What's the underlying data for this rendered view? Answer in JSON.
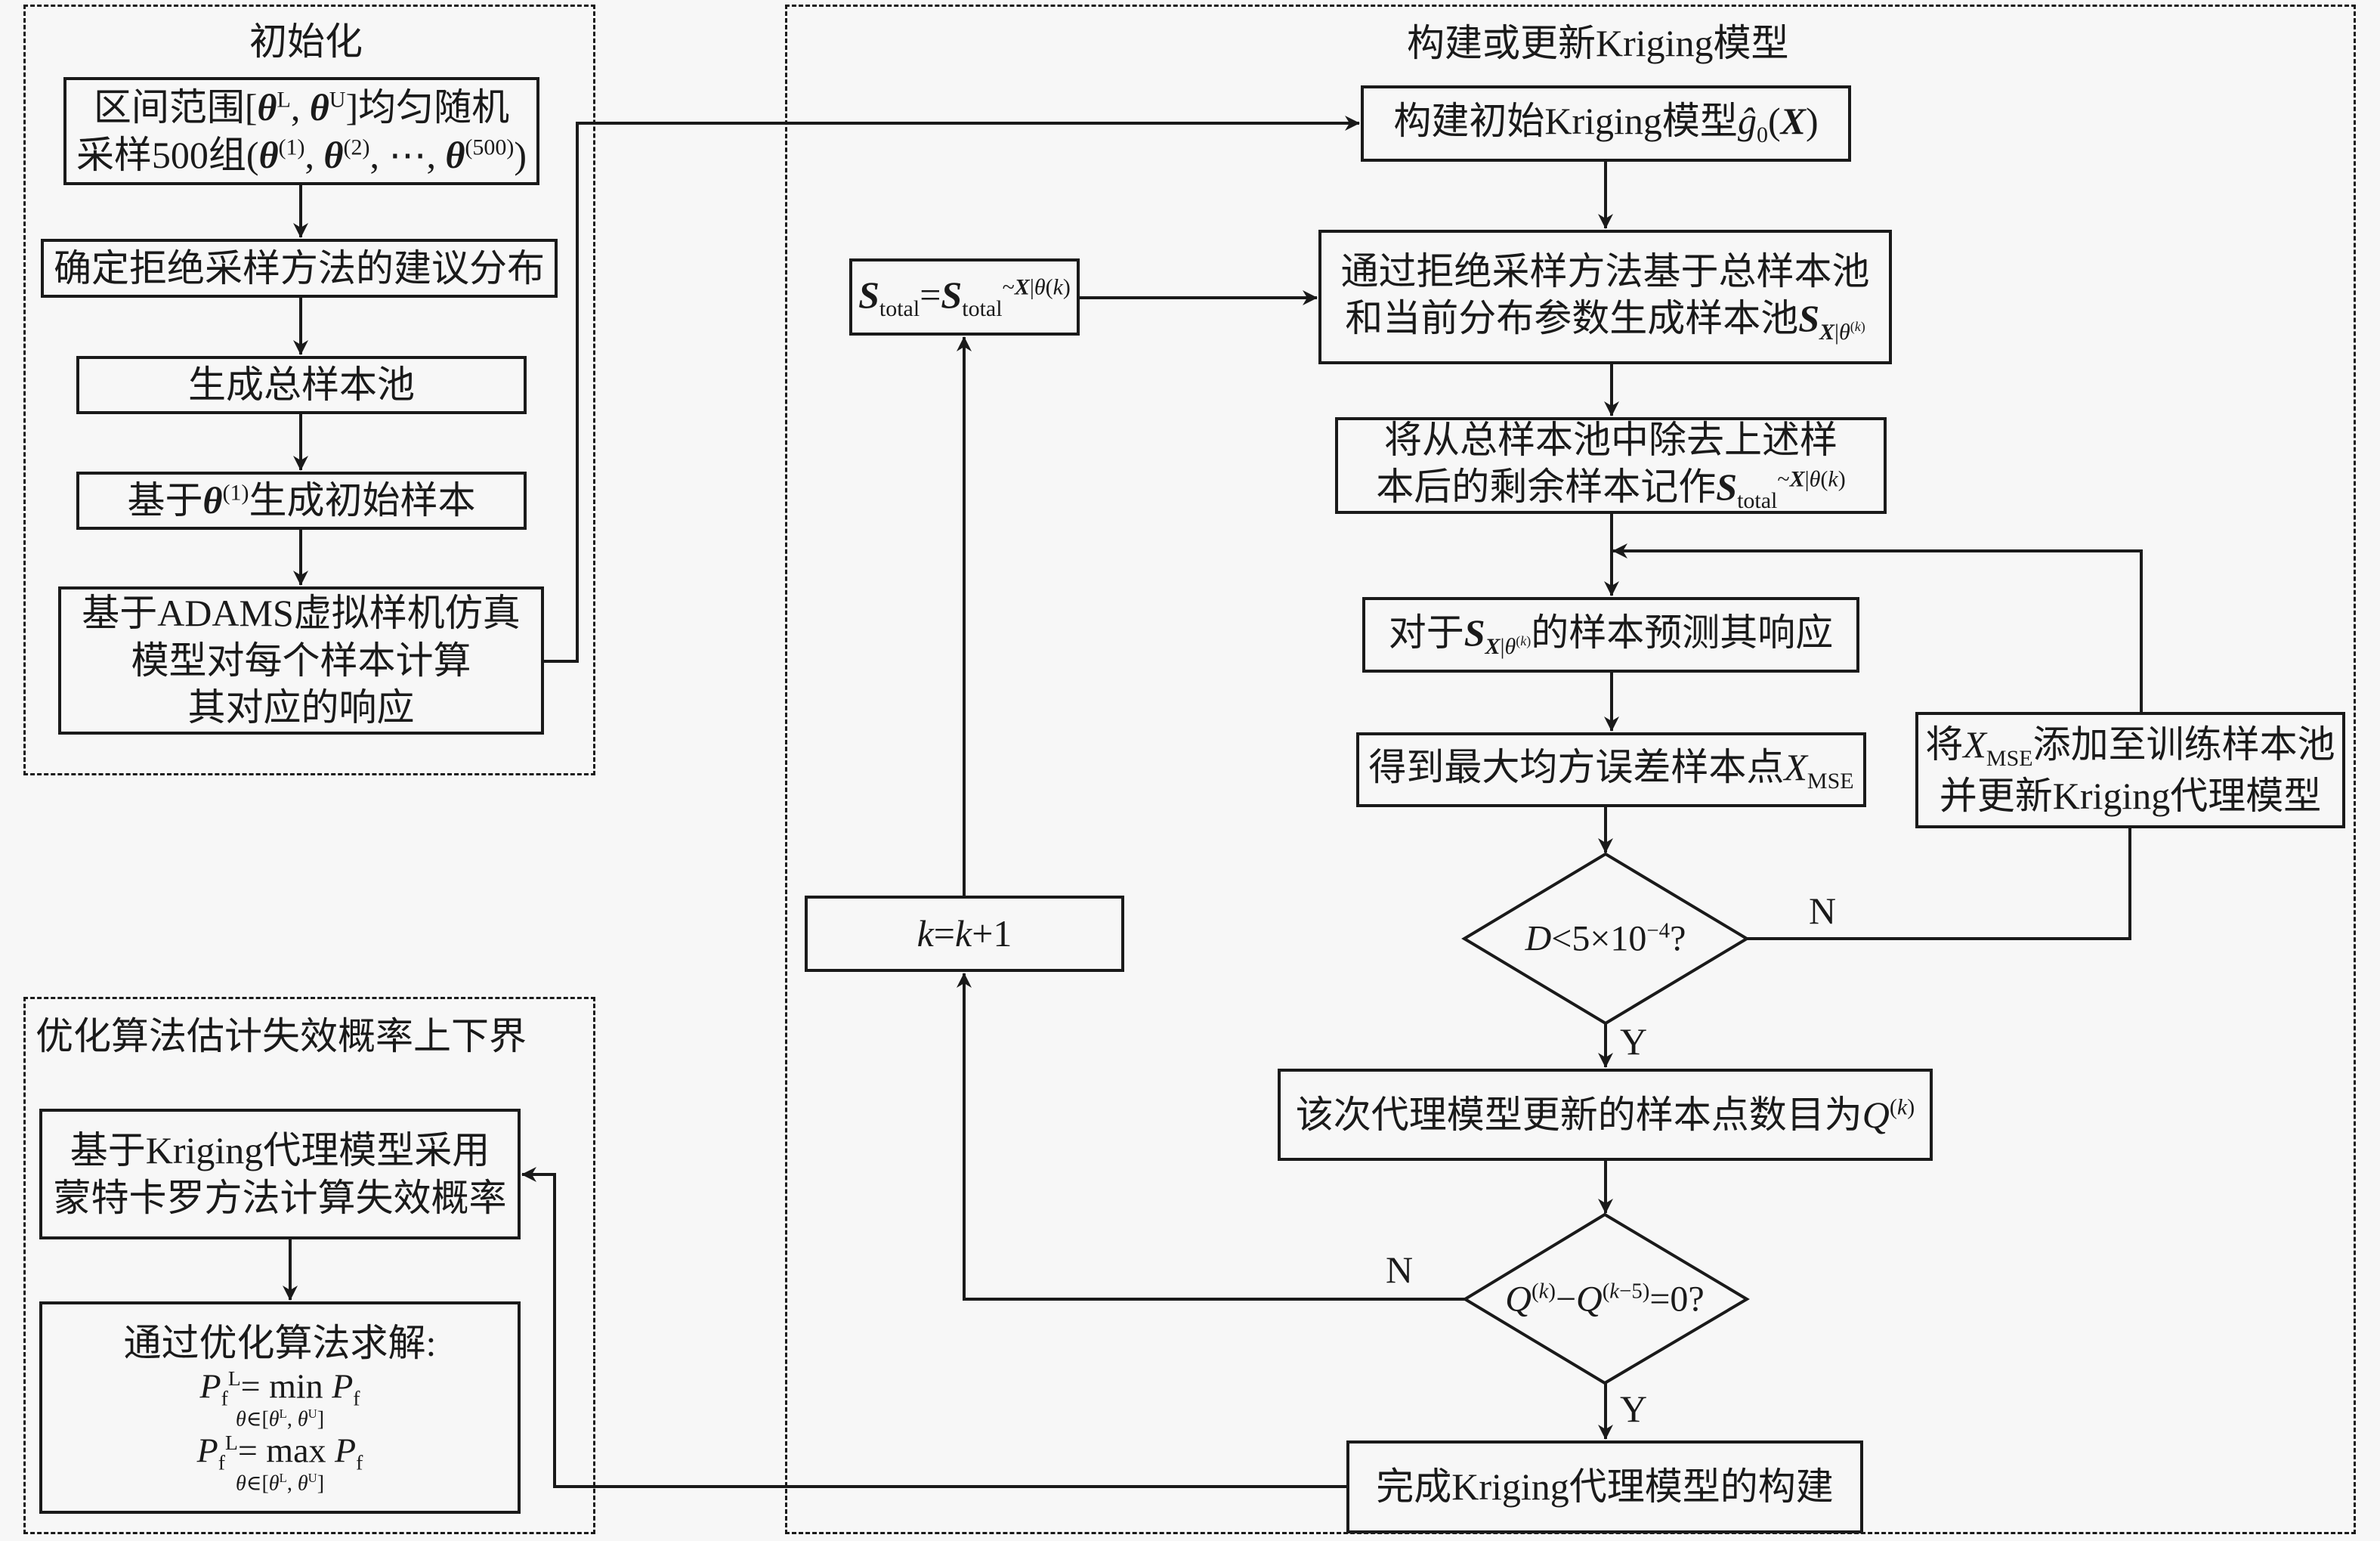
{
  "regions": {
    "init": {
      "title": "初始化"
    },
    "kriging": {
      "title": "构建或更新Kriging模型"
    },
    "optimize": {
      "title": "优化算法估计失效概率上下界"
    }
  },
  "init_steps": [
    {
      "id": "sample-interval",
      "lines": [
        "区间范围[θ^L, θ^U]均匀随机",
        "采样500组(θ^(1), θ^(2), ⋯, θ^(500))"
      ]
    },
    {
      "id": "proposal-distribution",
      "lines": [
        "确定拒绝采样方法的建议分布"
      ]
    },
    {
      "id": "total-pool",
      "lines": [
        "生成总样本池"
      ]
    },
    {
      "id": "initial-samples",
      "lines": [
        "基于θ^(1)生成初始样本"
      ]
    },
    {
      "id": "adams-response",
      "lines": [
        "基于ADAMS虚拟样机仿真",
        "模型对每个样本计算",
        "其对应的响应"
      ]
    }
  ],
  "kriging_steps": {
    "build_initial": "构建初始Kriging模型ĝ0(X)",
    "rejection_sampling": [
      "通过拒绝采样方法基于总样本池",
      "和当前分布参数生成样本池S_X|θ(k)"
    ],
    "remaining_pool": [
      "将从总样本池中除去上述样",
      "本后的剩余样本记作S_total^~X|θ(k)"
    ],
    "predict_response": "对于S_X|θ(k)的样本预测其响应",
    "max_mse": "得到最大均方误差样本点X_MSE",
    "add_xmse": [
      "将X_MSE添加至训练样本池",
      "并更新Kriging代理模型"
    ],
    "update_total": "S_total=S_total^~X|θ(k)",
    "increment_k": "k=k+1",
    "update_count": "该次代理模型更新的样本点数目为Q(k)",
    "complete": "完成Kriging代理模型的构建"
  },
  "decisions": {
    "convergence": {
      "text": "D<5×10^-4?",
      "yes": "Y",
      "no": "N"
    },
    "stability": {
      "text": "Q(k)−Q(k−5)=0?",
      "yes": "Y",
      "no": "N"
    }
  },
  "optimize_steps": {
    "monte_carlo": [
      "基于Kriging代理模型采用",
      "蒙特卡罗方法计算失效概率"
    ],
    "solve_heading": "通过优化算法求解:",
    "min_formula": "P_f^L= min P_f, θ∈[θ^L, θ^U]",
    "max_formula": "P_f^L= max P_f, θ∈[θ^L, θ^U]",
    "min_op": "min",
    "max_op": "max",
    "constraint": "θ∈[θL, θU]"
  }
}
